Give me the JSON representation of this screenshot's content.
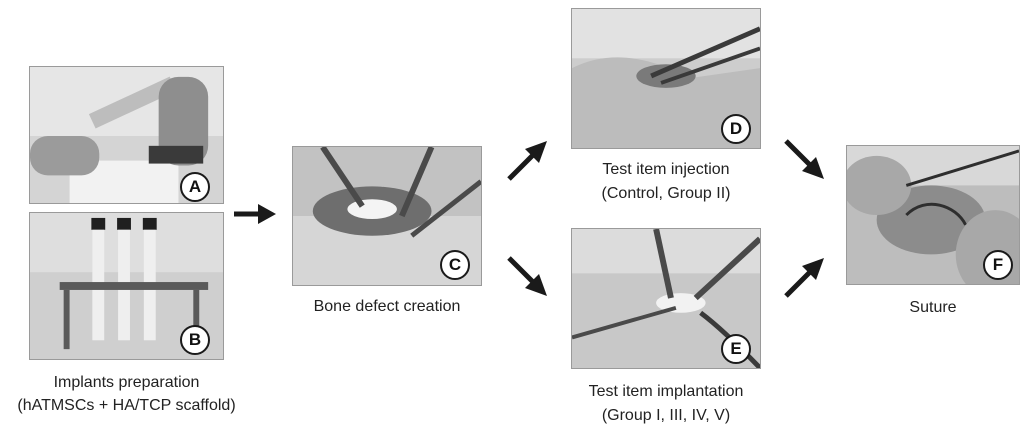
{
  "steps": [
    {
      "id": "A",
      "label": "A"
    },
    {
      "id": "B",
      "label": "B"
    },
    {
      "id": "C",
      "label": "C"
    },
    {
      "id": "D",
      "label": "D"
    },
    {
      "id": "E",
      "label": "E"
    },
    {
      "id": "F",
      "label": "F"
    }
  ],
  "captions": {
    "preparation_line1": "Implants preparation",
    "preparation_line2": "(hATMSCs + HA/TCP scaffold)",
    "defect": "Bone defect creation",
    "injection_line1": "Test item injection",
    "injection_line2": "(Control, Group II)",
    "implantation_line1": "Test item implantation",
    "implantation_line2": "(Group I, III, IV, V)",
    "suture": "Suture"
  },
  "colors": {
    "arrow": "#1a1a1a",
    "photo_bg": "#c9c9c9"
  }
}
